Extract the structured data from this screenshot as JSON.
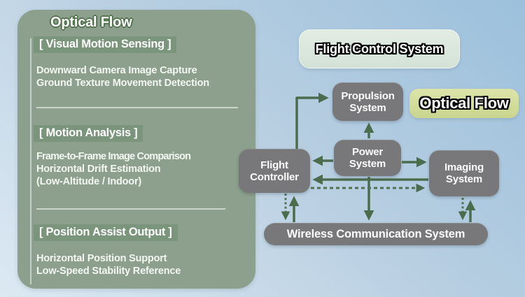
{
  "colors": {
    "background_blue_dark": "#9cc0dc",
    "background_blue_light": "#dce9f3",
    "panel_green": "#8ca08d",
    "section_header_green": "#7b947c",
    "title_outline_green": "#54734f",
    "node_gray": "#78787a",
    "arrow_green": "#4c6d4d",
    "system_pill_green": "#d8e6da",
    "highlight_pill_yellow": "#cdd893"
  },
  "panel": {
    "title": "Optical Flow",
    "sections": [
      {
        "header": "[ Visual Motion Sensing ]",
        "lines": [
          "Downward Camera Image Capture",
          "Ground Texture Movement Detection"
        ]
      },
      {
        "header": "[ Motion Analysis ]",
        "lines": [
          "Frame-to-Frame Image Comparison",
          "Horizontal Drift Estimation",
          "(Low-Altitude / Indoor)"
        ]
      },
      {
        "header": "[ Position Assist Output ]",
        "lines": [
          "Horizontal Position Support",
          "Low-Speed Stability Reference"
        ]
      }
    ]
  },
  "diagram": {
    "system_title": "Flight Control System",
    "highlight": "Optical Flow",
    "nodes": {
      "propulsion": "Propulsion\nSystem",
      "power": "Power\nSystem",
      "flight_controller": "Flight\nController",
      "imaging": "Imaging\nSystem",
      "wireless": "Wireless Communication System"
    }
  }
}
